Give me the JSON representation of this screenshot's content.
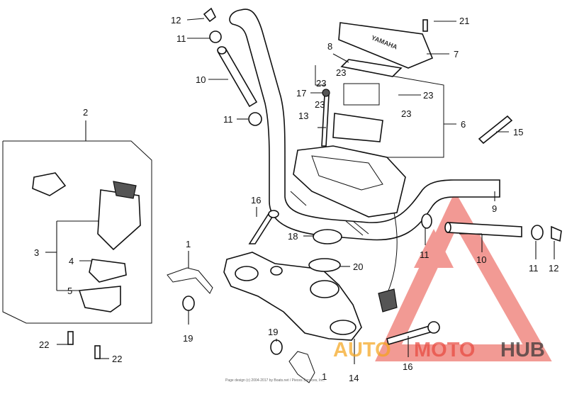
{
  "diagram": {
    "callouts": [
      {
        "id": "c12a",
        "label": "12"
      },
      {
        "id": "c11a",
        "label": "11"
      },
      {
        "id": "c10a",
        "label": "10"
      },
      {
        "id": "c11b",
        "label": "11"
      },
      {
        "id": "c21",
        "label": "21"
      },
      {
        "id": "c8",
        "label": "8"
      },
      {
        "id": "c7",
        "label": "7"
      },
      {
        "id": "c23a",
        "label": "23"
      },
      {
        "id": "c17",
        "label": "17"
      },
      {
        "id": "c23b",
        "label": "23"
      },
      {
        "id": "c23c",
        "label": "23"
      },
      {
        "id": "c23d",
        "label": "23"
      },
      {
        "id": "c23e",
        "label": "23"
      },
      {
        "id": "c13",
        "label": "13"
      },
      {
        "id": "c6",
        "label": "6"
      },
      {
        "id": "c15",
        "label": "15"
      },
      {
        "id": "c2",
        "label": "2"
      },
      {
        "id": "c3",
        "label": "3"
      },
      {
        "id": "c4",
        "label": "4"
      },
      {
        "id": "c5",
        "label": "5"
      },
      {
        "id": "c16a",
        "label": "16"
      },
      {
        "id": "c18",
        "label": "18"
      },
      {
        "id": "c9",
        "label": "9"
      },
      {
        "id": "c1a",
        "label": "1"
      },
      {
        "id": "c20",
        "label": "20"
      },
      {
        "id": "c19a",
        "label": "19"
      },
      {
        "id": "c11c",
        "label": "11"
      },
      {
        "id": "c10b",
        "label": "10"
      },
      {
        "id": "c11d",
        "label": "11"
      },
      {
        "id": "c12b",
        "label": "12"
      },
      {
        "id": "c16b",
        "label": "16"
      },
      {
        "id": "c19b",
        "label": "19"
      },
      {
        "id": "c14",
        "label": "14"
      },
      {
        "id": "c1b",
        "label": "1"
      },
      {
        "id": "c22a",
        "label": "22"
      },
      {
        "id": "c22b",
        "label": "22"
      }
    ],
    "top_cover_text": "YAMAHA",
    "footer_text": "Page design (c) 2004-2017 by Boats.net / Pieces Services, Inc."
  },
  "watermark": {
    "word1": "AUTO",
    "word2": "MOTO",
    "word3": "HUB",
    "color_orange": "#f5a31a",
    "color_red": "#e8473d",
    "color_dark": "#333333"
  }
}
